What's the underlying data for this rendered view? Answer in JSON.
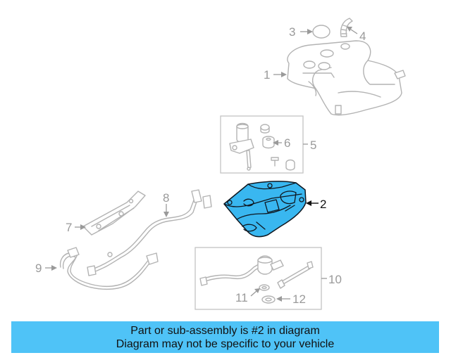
{
  "callouts": {
    "c1": "1",
    "c2": "2",
    "c3": "3",
    "c4": "4",
    "c5": "5",
    "c6": "6",
    "c7": "7",
    "c8": "8",
    "c9": "9",
    "c10": "10",
    "c11": "11",
    "c12": "12"
  },
  "highlighted_part": "2",
  "colors": {
    "highlight": "#39b7f0",
    "banner": "#4fc3f7",
    "outline": "#b3b3b3"
  },
  "banner": {
    "line1": "Part or sub-assembly is #2 in diagram",
    "line2": "Diagram may not be specific to your vehicle"
  }
}
